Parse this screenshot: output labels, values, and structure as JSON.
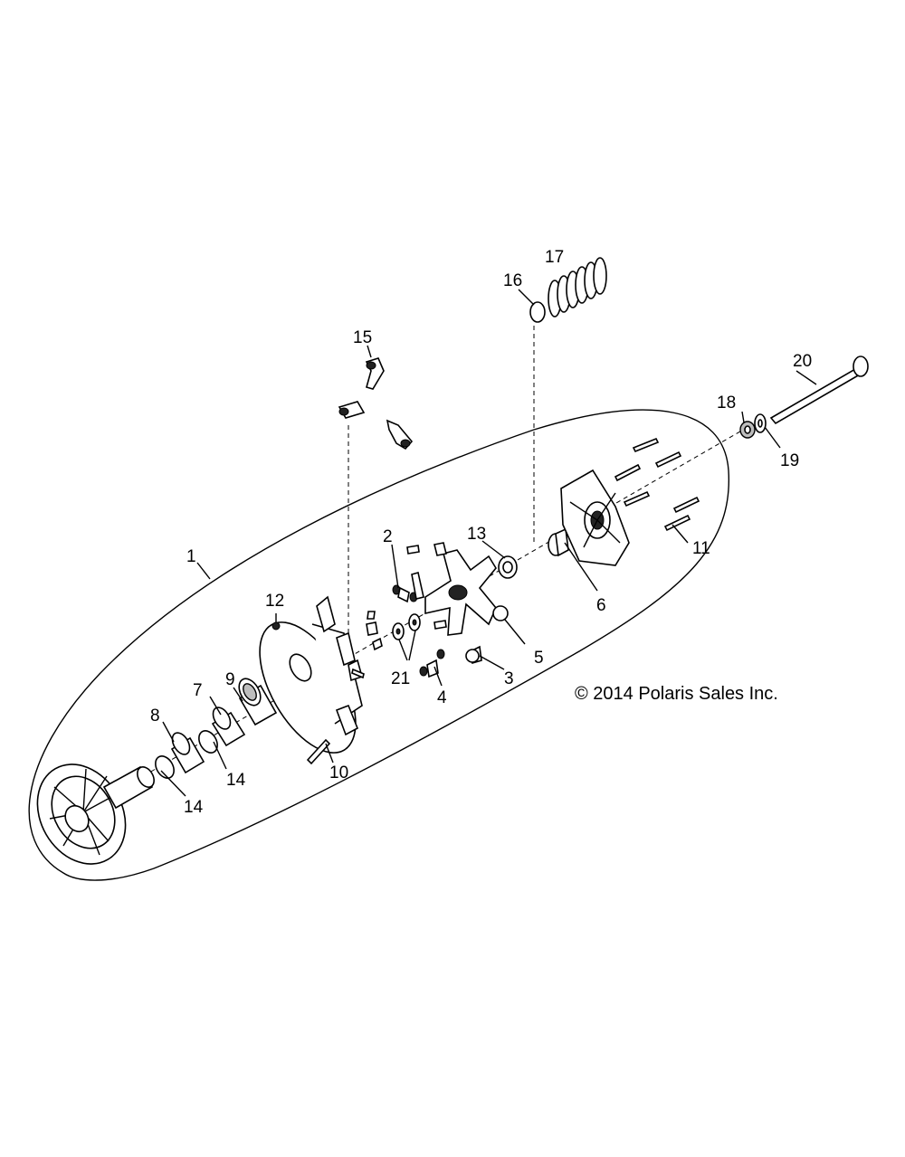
{
  "copyright": "© 2014 Polaris Sales Inc.",
  "callouts": {
    "c1": "1",
    "c2": "2",
    "c3": "3",
    "c4": "4",
    "c5": "5",
    "c6": "6",
    "c7": "7",
    "c8": "8",
    "c9": "9",
    "c10": "10",
    "c11": "11",
    "c12": "12",
    "c13": "13",
    "c14a": "14",
    "c14b": "14",
    "c15": "15",
    "c16": "16",
    "c17": "17",
    "c18": "18",
    "c19": "19",
    "c20": "20",
    "c21": "21"
  }
}
